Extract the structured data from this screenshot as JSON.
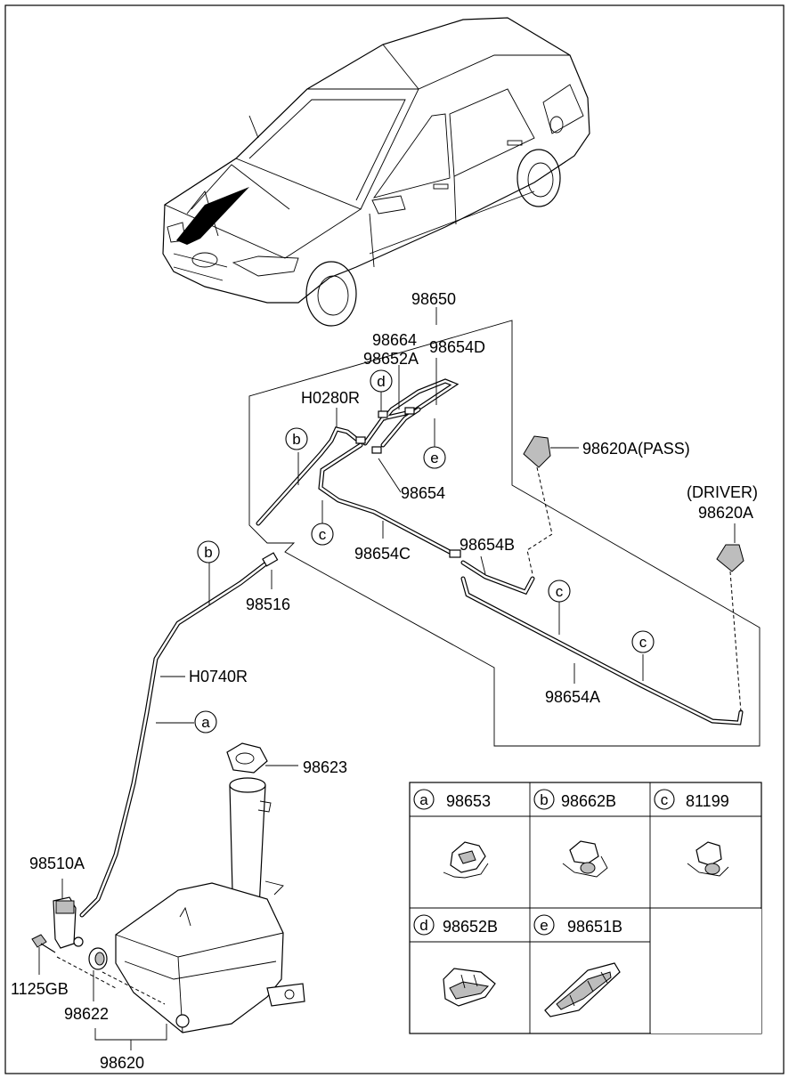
{
  "labels": {
    "assembly": "98650",
    "nozzle_hose_clip": "98664",
    "connector_a": "98652A",
    "hose_d": "98654D",
    "hose_h0280r": "H0280R",
    "connector_98654": "98654",
    "nozzle_pass": "98620A(PASS)",
    "driver_tag": "(DRIVER)",
    "nozzle_driver": "98620A",
    "hose_c": "98654C",
    "hose_b": "98654B",
    "hose_a": "98654A",
    "check_valve": "98516",
    "hose_h0740r": "H0740R",
    "cap": "98623",
    "pump": "98510A",
    "bolt": "1125GB",
    "grommet": "98622",
    "reservoir": "98620"
  },
  "callouts": {
    "a": "a",
    "b": "b",
    "c": "c",
    "d": "d",
    "e": "e"
  },
  "legend": [
    {
      "letter": "a",
      "part": "98653"
    },
    {
      "letter": "b",
      "part": "98662B"
    },
    {
      "letter": "c",
      "part": "81199"
    },
    {
      "letter": "d",
      "part": "98652B"
    },
    {
      "letter": "e",
      "part": "98651B"
    }
  ]
}
